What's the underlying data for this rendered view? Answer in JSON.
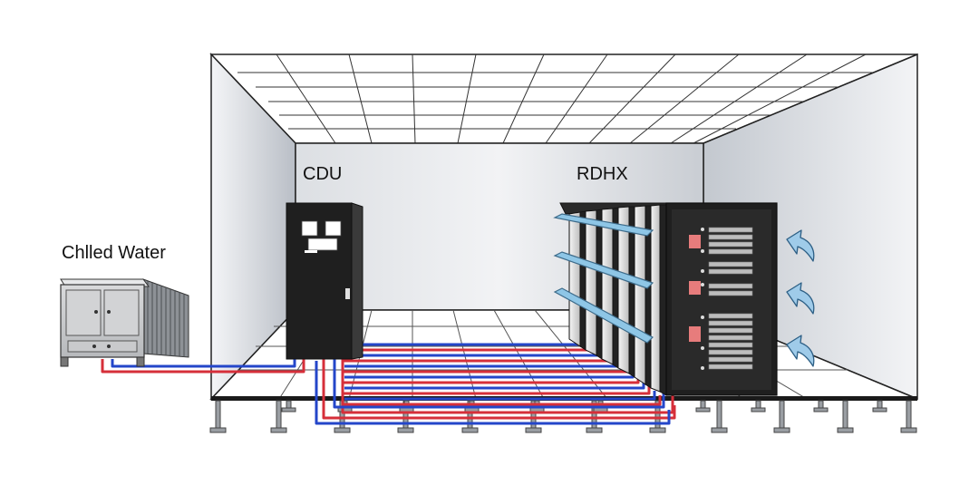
{
  "labels": {
    "chiller": "Chlled Water",
    "cdu": "CDU",
    "rdhx": "RDHX"
  },
  "colors": {
    "supply_pipe": "#d62f3a",
    "return_pipe": "#2446c9",
    "cabinet": "#1f1f1f",
    "coil": "#8ec6e6",
    "hot_port": "#e77c7c",
    "airflow_arrow": "#9fcbe9"
  },
  "icons": [
    "chiller-unit-icon",
    "cdu-cabinet-icon",
    "server-rack-icon",
    "airflow-arrow-icon"
  ]
}
